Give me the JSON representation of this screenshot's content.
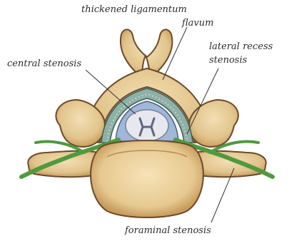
{
  "labels": {
    "thickened_ligamentum": "thickened ligamentum",
    "flavum": "flavum",
    "central_stenosis": "central stenosis",
    "lateral_recess_line1": "lateral recess",
    "lateral_recess_line2": "stenosis",
    "foraminal_stenosis": "foraminal stenosis"
  },
  "colors": {
    "bone": "#e8cf9c",
    "bone_shadow": "#c99e5e",
    "outline": "#6b4a2a",
    "nerve": "#4f9a3e",
    "ligament": "#8fb0a6",
    "cord": "#e6e8ee",
    "dura": "#9fb7d8"
  }
}
